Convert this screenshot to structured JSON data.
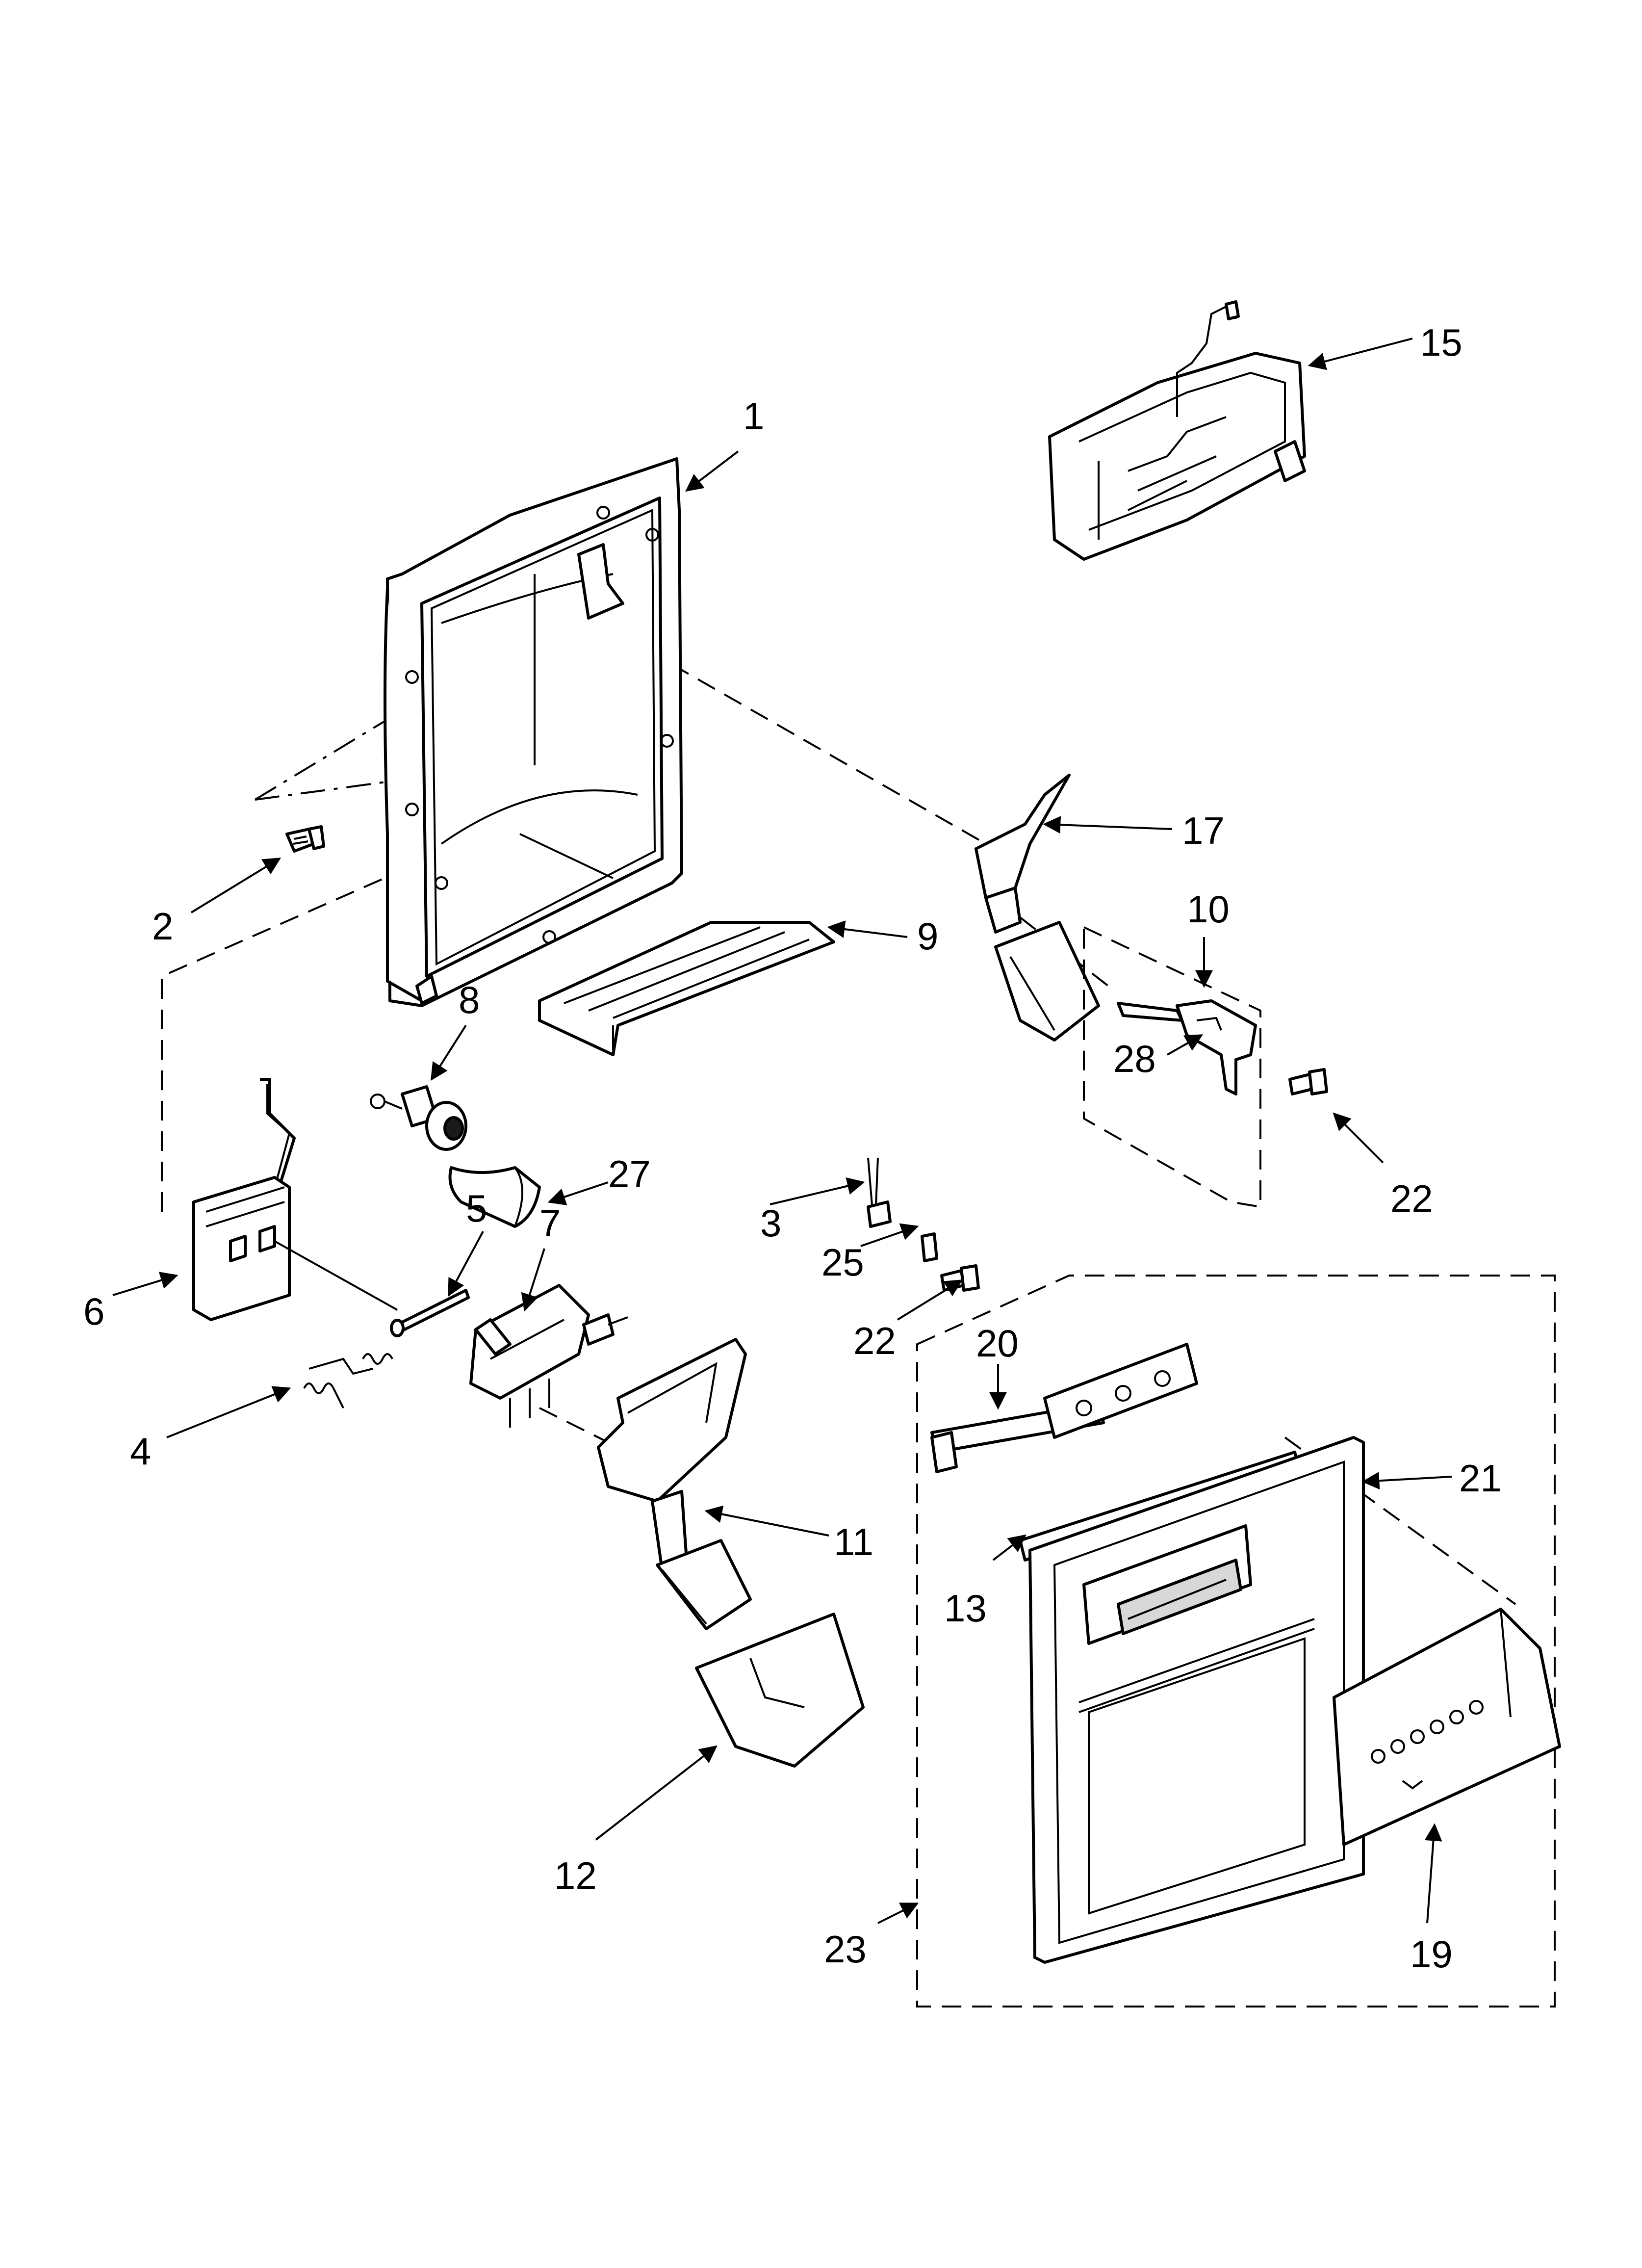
{
  "callouts": [
    {
      "id": "c1",
      "label": "1"
    },
    {
      "id": "c2",
      "label": "2"
    },
    {
      "id": "c3",
      "label": "3"
    },
    {
      "id": "c4",
      "label": "4"
    },
    {
      "id": "c5",
      "label": "5"
    },
    {
      "id": "c6",
      "label": "6"
    },
    {
      "id": "c7",
      "label": "7"
    },
    {
      "id": "c8",
      "label": "8"
    },
    {
      "id": "c9",
      "label": "9"
    },
    {
      "id": "c10",
      "label": "10"
    },
    {
      "id": "c11",
      "label": "11"
    },
    {
      "id": "c12",
      "label": "12"
    },
    {
      "id": "c13",
      "label": "13"
    },
    {
      "id": "c15",
      "label": "15"
    },
    {
      "id": "c17",
      "label": "17"
    },
    {
      "id": "c19",
      "label": "19"
    },
    {
      "id": "c20",
      "label": "20"
    },
    {
      "id": "c21",
      "label": "21"
    },
    {
      "id": "c22a",
      "label": "22"
    },
    {
      "id": "c22b",
      "label": "22"
    },
    {
      "id": "c23",
      "label": "23"
    },
    {
      "id": "c25",
      "label": "25"
    },
    {
      "id": "c27",
      "label": "27"
    },
    {
      "id": "c28",
      "label": "28"
    }
  ]
}
